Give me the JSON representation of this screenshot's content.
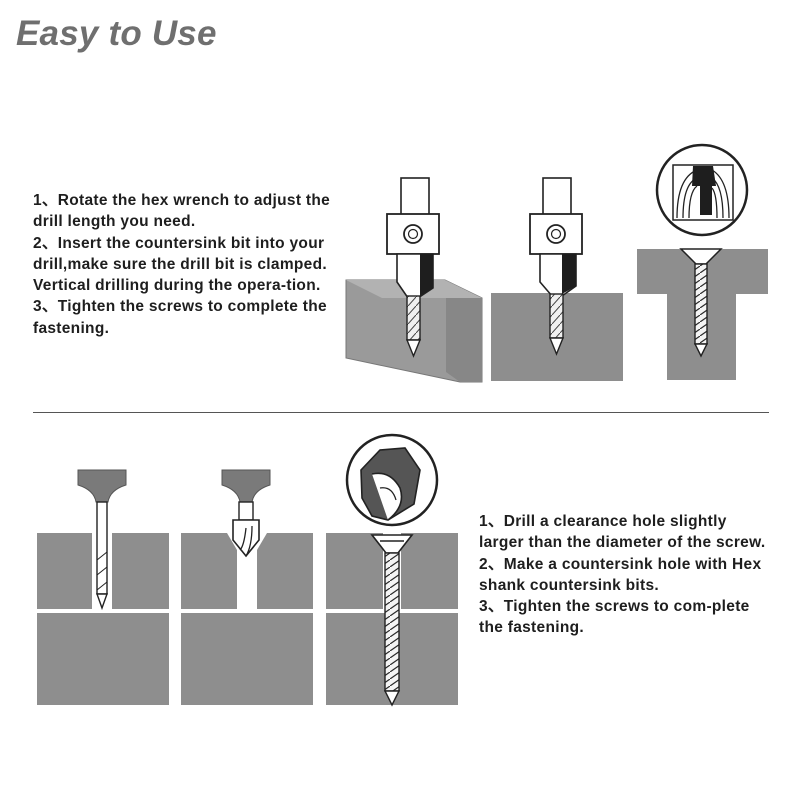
{
  "title": "Easy to Use",
  "top_steps": [
    "1、Rotate the hex wrench to adjust the drill length you need.",
    "2、Insert the countersink bit into your drill,make sure the drill bit is clamped.",
    "Vertical drilling during the opera-tion.",
    "3、Tighten the screws to complete the fastening."
  ],
  "bottom_steps": [
    "1、Drill a clearance hole slightly larger than the diameter of the screw.",
    "2、Make a countersink hole with Hex shank countersink bits.",
    "3、Tighten the screws to com-plete the fastening."
  ],
  "colors": {
    "wood_gray": "#8e8e8e",
    "wood_edge": "#6a6a6a",
    "dark": "#1e1e1e",
    "title_gray": "#6f6f6f"
  }
}
